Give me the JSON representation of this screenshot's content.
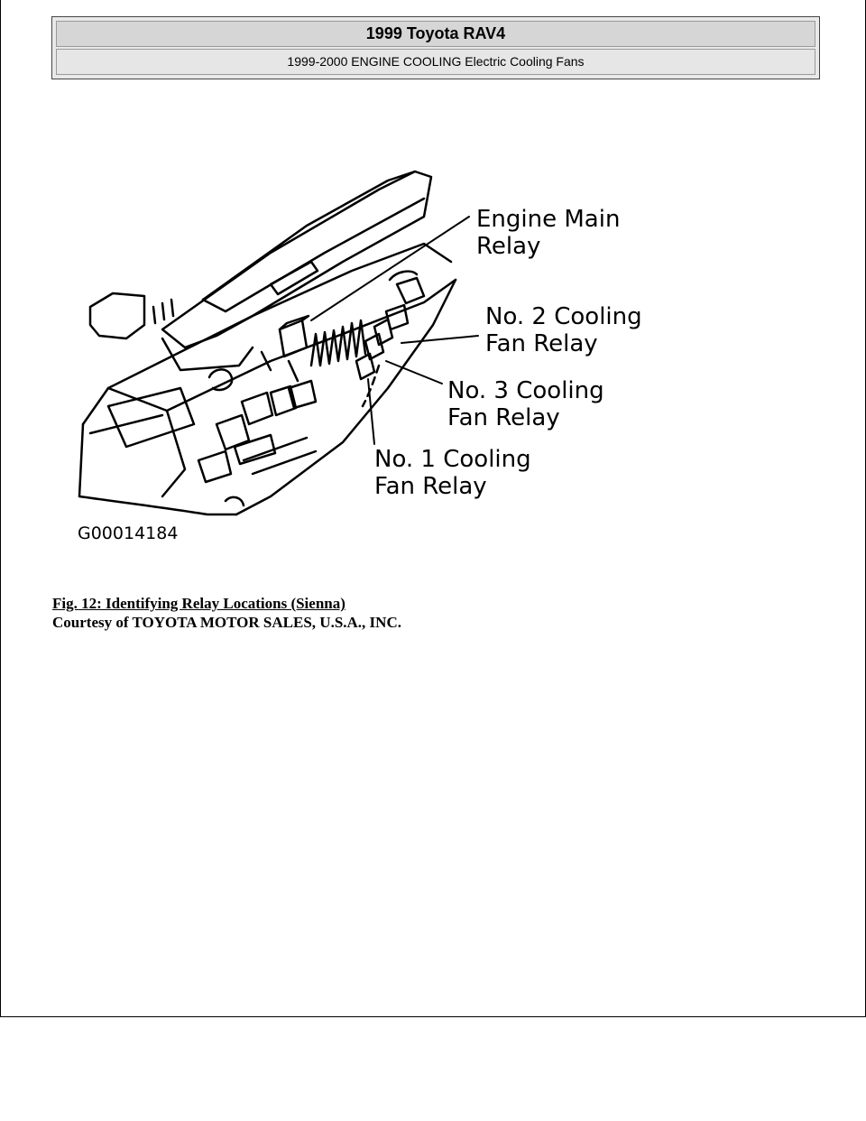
{
  "header": {
    "title": "1999 Toyota RAV4",
    "subtitle": "1999-2000 ENGINE COOLING Electric Cooling Fans"
  },
  "figure": {
    "callouts": {
      "engine_main_relay": [
        "Engine Main",
        "Relay"
      ],
      "no2_fan_relay": [
        "No. 2 Cooling",
        "Fan Relay"
      ],
      "no3_fan_relay": [
        "No. 3 Cooling",
        "Fan Relay"
      ],
      "no1_fan_relay": [
        "No. 1 Cooling",
        "Fan Relay"
      ]
    },
    "code": "G00014184"
  },
  "caption": {
    "title": "Fig. 12: Identifying Relay Locations (Sienna)",
    "courtesy": "Courtesy of TOYOTA MOTOR SALES, U.S.A., INC."
  }
}
